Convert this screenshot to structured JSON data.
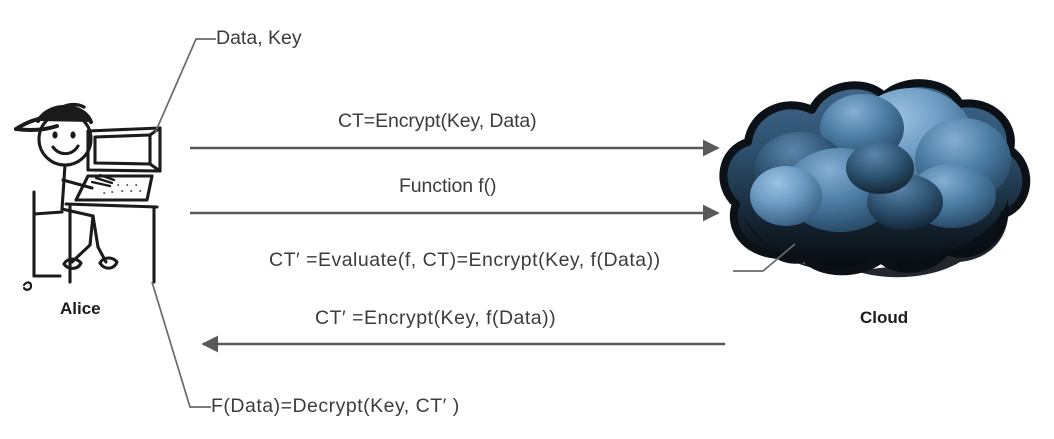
{
  "diagram": {
    "title": "Homomorphic encryption protocol between Alice and the Cloud",
    "background_color": "#ffffff",
    "text_color": "#3c3c3c",
    "label_color": "#1b1b1b",
    "line_color": "#595959"
  },
  "actors": {
    "left": {
      "name": "Alice",
      "icon": "stick-figure-at-computer-icon"
    },
    "right": {
      "name": "Cloud",
      "icon": "cloud-icon",
      "colors": {
        "outline": "#111a21",
        "top_puff_light": "#7fa9cf",
        "mid_blue": "#3d6f98",
        "deep_blue": "#25435c",
        "bottom_dark": "#0b1117"
      }
    }
  },
  "notes": [
    {
      "id": "input-note",
      "text": "Data, Key",
      "leader": "from-alice-up-right"
    },
    {
      "id": "evaluate-note",
      "text": "CT′  =Evaluate(f, CT)=Encrypt(Key, f(Data))",
      "leader": "to-cloud-up-right"
    },
    {
      "id": "decrypt-note",
      "text": "F(Data)=Decrypt(Key, CT′  )",
      "leader": "from-alice-down-right"
    }
  ],
  "messages": [
    {
      "id": "msg-encrypt",
      "text": "CT=Encrypt(Key, Data)",
      "direction": "right"
    },
    {
      "id": "msg-function",
      "text": "Function f()",
      "direction": "right"
    },
    {
      "id": "msg-result",
      "text": "CT′  =Encrypt(Key, f(Data))",
      "direction": "left"
    }
  ]
}
